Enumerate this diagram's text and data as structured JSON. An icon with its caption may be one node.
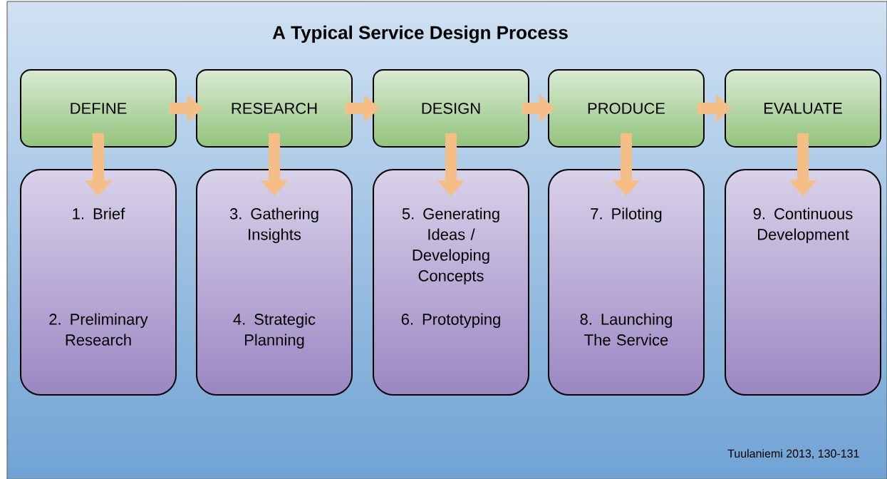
{
  "diagram": {
    "title": "A Typical Service Design Process",
    "nodes": [
      {
        "text": [
          "DEFINE"
        ]
      },
      {
        "text": [
          "RESEARCH"
        ]
      },
      {
        "text": [
          "DESIGN"
        ]
      },
      {
        "text": [
          "PRODUCE"
        ]
      },
      {
        "text": [
          "EVALUATE"
        ]
      },
      {
        "text": [
          "1. Brief",
          "2. Preliminary Research"
        ]
      },
      {
        "text": [
          "3. Gathering Insights",
          "4. Strategic Planning"
        ]
      },
      {
        "text": [
          "5. Generating Ideas / Developing Concepts",
          "6. Prototyping"
        ]
      },
      {
        "text": [
          "7. Piloting",
          "8. Launching The Service"
        ]
      },
      {
        "text": [
          "9. Continuous Development"
        ]
      }
    ],
    "edges": [
      {
        "from": 0,
        "to": 1,
        "arrow": "to"
      },
      {
        "from": 1,
        "to": 2,
        "arrow": "to"
      },
      {
        "from": 2,
        "to": 3,
        "arrow": "to"
      },
      {
        "from": 3,
        "to": 4,
        "arrow": "to"
      },
      {
        "from": 0,
        "to": 5,
        "arrow": "to"
      },
      {
        "from": 1,
        "to": 6,
        "arrow": "to"
      },
      {
        "from": 2,
        "to": 7,
        "arrow": "to"
      },
      {
        "from": 3,
        "to": 8,
        "arrow": "to"
      },
      {
        "from": 4,
        "to": 9,
        "arrow": "to"
      }
    ],
    "labels": [
      "Tuulaniemi 2013, 130-131"
    ]
  }
}
